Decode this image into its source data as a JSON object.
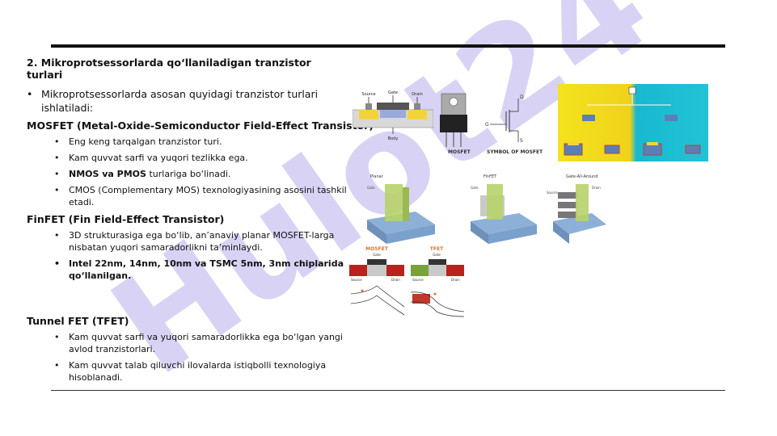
{
  "heading": "2. Mikroprotsessorlarda qo‘llaniladigan tranzistor turlari",
  "intro": "Mikroprotsessorlarda asosan quyidagi tranzistor turlari ishlatiladi:",
  "mosfet": {
    "title": "MOSFET (Metal-Oxide-Semiconductor Field-Effect Transistor)",
    "item1": "Eng keng tarqalgan tranzistor turi.",
    "item2": "Kam quvvat sarfi va yuqori tezlikka ega.",
    "item3_bold": "NMOS va PMOS",
    "item3_rest": " turlariga bo‘linadi.",
    "item4": "CMOS (Complementary MOS) texnologiyasining asosini tashkil etadi."
  },
  "finfet": {
    "title": "FinFET (Fin Field-Effect Transistor)",
    "item1": "3D strukturasiga ega bo‘lib, an’anaviy planar MOSFET-larga nisbatan yuqori samaradorlikni ta’minlaydi.",
    "item2": "Intel 22nm, 14nm, 10nm va TSMC 5nm, 3nm chiplarida qo‘llanilgan."
  },
  "tfet": {
    "title": "Tunnel FET (TFET)",
    "item1": "Kam quvvat sarfi va yuqori samaradorlikka ega bo‘lgan yangi avlod tranzistorlari.",
    "item2": "Kam quvvat talab qiluvchi ilovalarda istiqbolli texnologiya hisoblanadi."
  },
  "watermark": "Hulot24",
  "fig_mosfet_cross": {
    "source": "Source",
    "gate": "Gate",
    "drain": "Drain",
    "body": "Body"
  },
  "fig_mosfet_symbol": {
    "mosfet": "MOSFET",
    "symbol": "SYMBOL OF MOSFET",
    "d": "D",
    "g": "G",
    "s": "S"
  },
  "fig_3d": {
    "planar": "Planar",
    "finfet": "FinFET",
    "gaa": "Gate-All-Around",
    "gate": "Gate",
    "source": "Source",
    "drain": "Drain"
  },
  "fig_tfet": {
    "mosfet": "MOSFET",
    "tfet": "TFET",
    "gate": "Gate",
    "source": "Source",
    "drain": "Drain"
  },
  "colors": {
    "watermark": "#cfc7f2",
    "accent_yellow": "#f3e31d",
    "accent_cyan": "#18b8d0"
  }
}
